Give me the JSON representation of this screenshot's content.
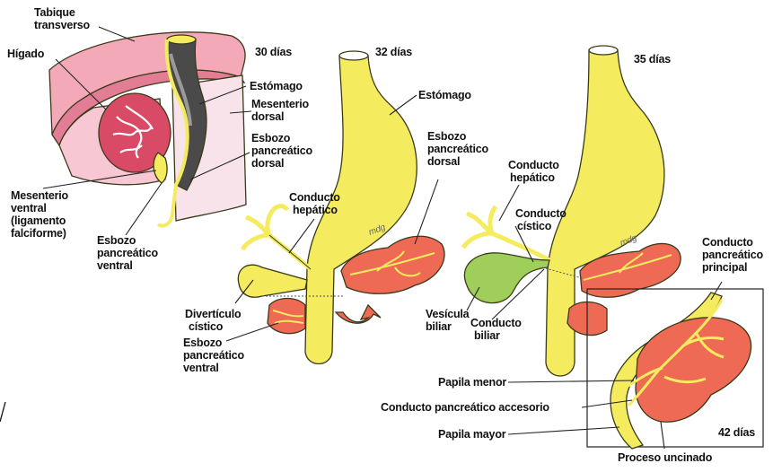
{
  "colors": {
    "gut_yellow": "#f4ec5e",
    "pancreas_red": "#ef6a55",
    "liver_red": "#d94a66",
    "septum_pink": "#f3a9b8",
    "gallbladder_green": "#9fcf5a",
    "mesentery_pink": "#f9e3ea"
  },
  "panels": {
    "p30": {
      "stage": "30 días"
    },
    "p32": {
      "stage": "32 días"
    },
    "p35": {
      "stage": "35 días"
    },
    "p42": {
      "stage": "42 días"
    }
  },
  "labels": {
    "tabique1": "Tabique",
    "tabique2": "transverso",
    "higado": "Hígado",
    "estomago_30": "Estómago",
    "mesenterio_dorsal1": "Mesenterio",
    "mesenterio_dorsal2": "dorsal",
    "esbozo_dorsal_30_1": "Esbozo",
    "esbozo_dorsal_30_2": "pancreático",
    "esbozo_dorsal_30_3": "dorsal",
    "mesenterio_ventral1": "Mesenterio",
    "mesenterio_ventral2": "ventral",
    "mesenterio_ventral3": "(ligamento",
    "mesenterio_ventral4": "falciforme)",
    "esbozo_ventral_30_1": "Esbozo",
    "esbozo_ventral_30_2": "pancreático",
    "esbozo_ventral_30_3": "ventral",
    "estomago_32": "Estómago",
    "esbozo_dorsal_32_1": "Esbozo",
    "esbozo_dorsal_32_2": "pancreático",
    "esbozo_dorsal_32_3": "dorsal",
    "conducto_hepatico_32_1": "Conducto",
    "conducto_hepatico_32_2": "hepático",
    "diverticulo1": "Divertículo",
    "diverticulo2": "cístico",
    "esbozo_ventral_32_1": "Esbozo",
    "esbozo_ventral_32_2": "pancreático",
    "esbozo_ventral_32_3": "ventral",
    "conducto_hepatico_35_1": "Conducto",
    "conducto_hepatico_35_2": "hepático",
    "conducto_cistico1": "Conducto",
    "conducto_cistico2": "cístico",
    "vesicula1": "Vesícula",
    "vesicula2": "biliar",
    "conducto_biliar1": "Conducto",
    "conducto_biliar2": "biliar",
    "conducto_principal1": "Conducto",
    "conducto_principal2": "pancreático",
    "conducto_principal3": "principal",
    "papila_menor": "Papila menor",
    "conducto_accesorio": "Conducto pancreático accesorio",
    "papila_mayor": "Papila mayor",
    "proceso_uncinado": "Proceso uncinado"
  },
  "signatures": [
    "mdg",
    "mdg"
  ]
}
